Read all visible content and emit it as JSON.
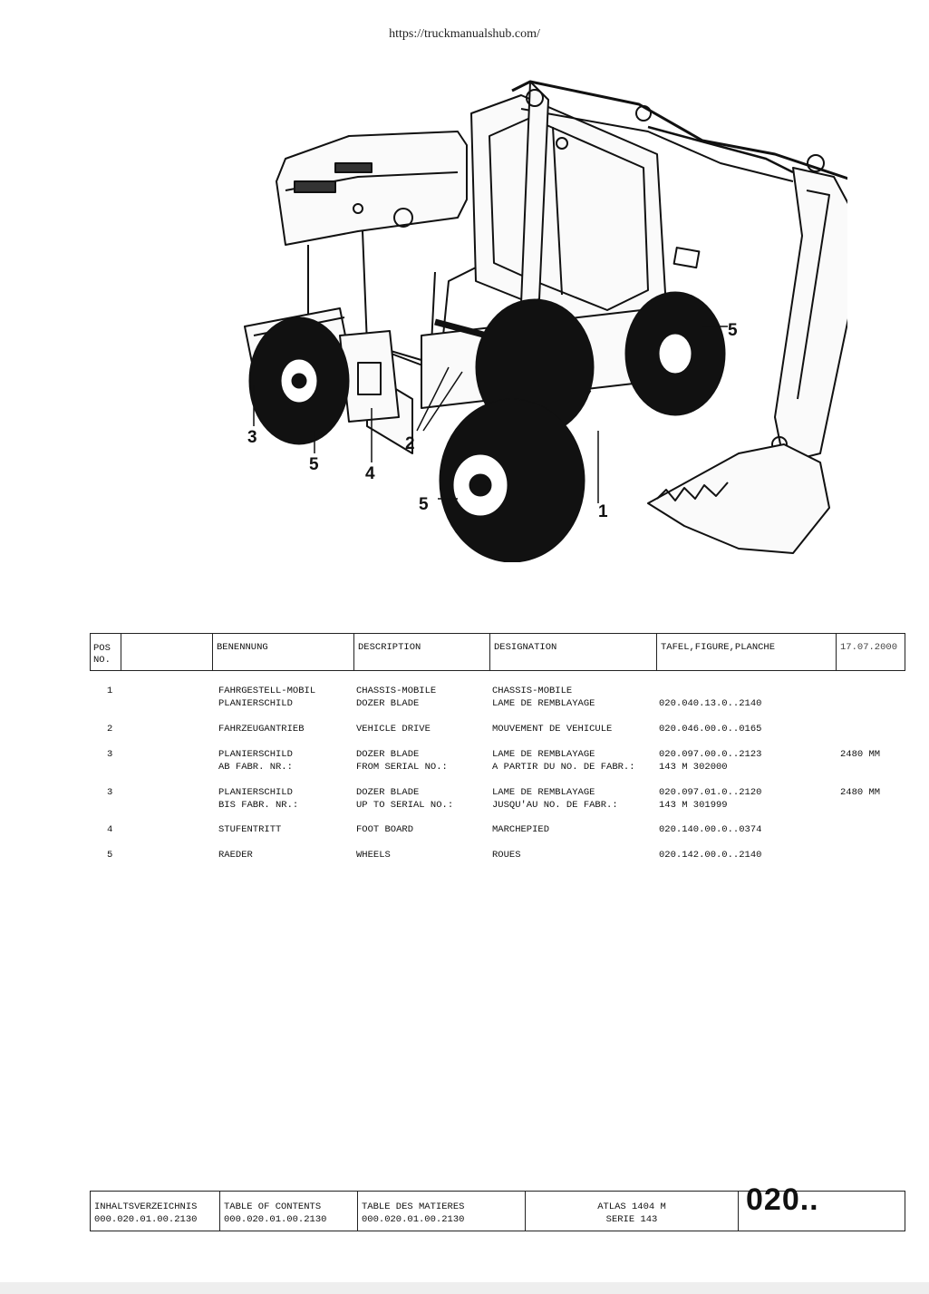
{
  "url": "https://truckmanualshub.com/",
  "callouts": [
    "1",
    "2",
    "3",
    "4",
    "5",
    "5",
    "5"
  ],
  "header": {
    "pos": "POS",
    "no": "NO.",
    "benennung": "BENENNUNG",
    "description": "DESCRIPTION",
    "designation": "DESIGNATION",
    "tafel": "TAFEL,FIGURE,PLANCHE",
    "date": "17.07.2000"
  },
  "rows": [
    {
      "pos": "1",
      "de": "FAHRGESTELL-MOBIL\nPLANIERSCHILD",
      "en": "CHASSIS-MOBILE\nDOZER BLADE",
      "fr": "CHASSIS-MOBILE\nLAME DE REMBLAYAGE",
      "ref": "\n020.040.13.0..2140",
      "extra": ""
    },
    {
      "pos": "2",
      "de": "FAHRZEUGANTRIEB",
      "en": "VEHICLE DRIVE",
      "fr": "MOUVEMENT DE VEHICULE",
      "ref": "020.046.00.0..0165",
      "extra": ""
    },
    {
      "pos": "3",
      "de": "PLANIERSCHILD\nAB FABR. NR.:",
      "en": "DOZER BLADE\nFROM SERIAL NO.:",
      "fr": "LAME DE REMBLAYAGE\nA PARTIR DU NO. DE FABR.:",
      "ref": "020.097.00.0..2123\n143 M 302000",
      "extra": "2480 MM"
    },
    {
      "pos": "3",
      "de": "PLANIERSCHILD\nBIS FABR. NR.:",
      "en": "DOZER BLADE\nUP TO SERIAL NO.:",
      "fr": "LAME DE REMBLAYAGE\nJUSQU'AU NO. DE FABR.:",
      "ref": "020.097.01.0..2120\n143 M 301999",
      "extra": "2480 MM"
    },
    {
      "pos": "4",
      "de": "STUFENTRITT",
      "en": "FOOT BOARD",
      "fr": "MARCHEPIED",
      "ref": "020.140.00.0..0374",
      "extra": ""
    },
    {
      "pos": "5",
      "de": "RAEDER",
      "en": "WHEELS",
      "fr": "ROUES",
      "ref": "020.142.00.0..2140",
      "extra": ""
    }
  ],
  "footer": {
    "toc_de": "INHALTSVERZEICHNIS",
    "toc_de_code": "000.020.01.00.2130",
    "toc_en": "TABLE OF CONTENTS",
    "toc_en_code": "000.020.01.00.2130",
    "toc_fr": "TABLE DES MATIERES",
    "toc_fr_code": "000.020.01.00.2130",
    "model": "ATLAS 1404 M",
    "series": "SERIE 143",
    "section": "020.."
  }
}
